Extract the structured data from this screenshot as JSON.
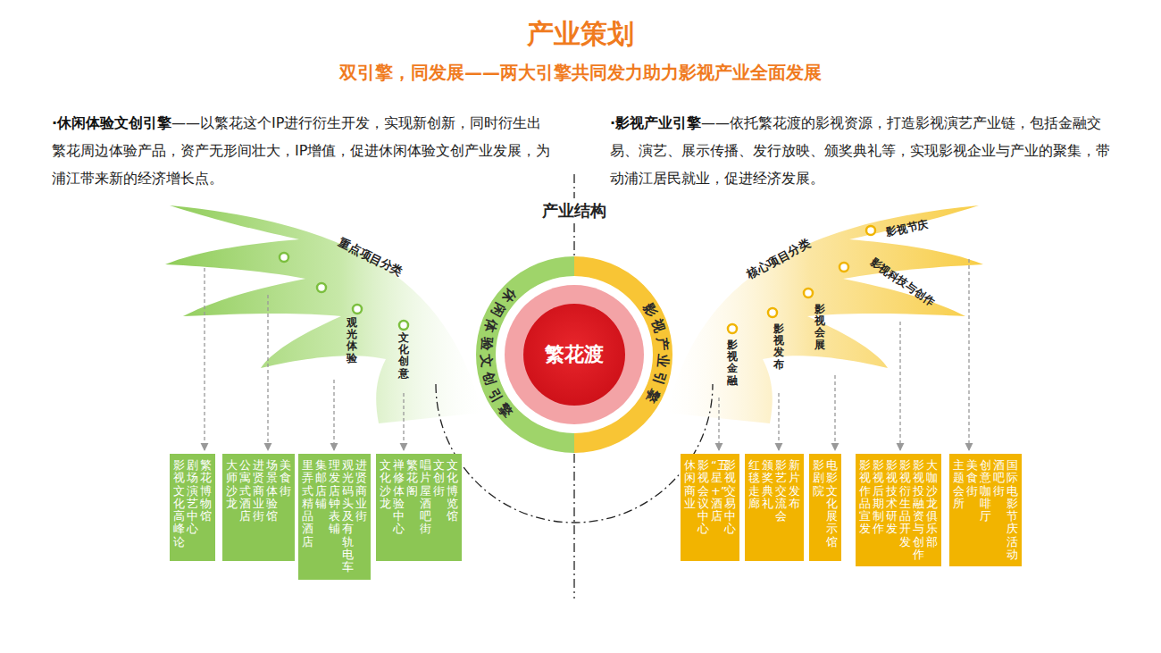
{
  "diagram": {
    "title": "产业策划",
    "nodes": [
      {
        "text": [
          "休闲体验文创引擎"
        ]
      },
      {
        "text": [
          "影视产业引擎"
        ]
      },
      {
        "text": [
          "繁花渡"
        ]
      },
      {
        "text": [
          "繁花博物馆",
          "剧场演艺中心",
          "影视文化高峰论"
        ]
      },
      {
        "text": [
          "美食街",
          "场景体验馆",
          "进贤商业街",
          "公寓式酒店",
          "大师沙龙"
        ]
      },
      {
        "text": [
          "进贤商业街",
          "观光码头及有轨电车",
          "理发店钟表铺",
          "集邮店铺",
          "里弄式精品酒店"
        ]
      },
      {
        "text": [
          "文化博览馆",
          "文创街",
          "唱片屋 酒吧街",
          "繁花阁",
          "禅修体验中心",
          "文化沙龙"
        ]
      },
      {
        "text": [
          "影视交易中心",
          "“五星+”酒店",
          "影视会议中心",
          "休闲商业"
        ]
      },
      {
        "text": [
          "新片发布",
          "影艺交流会",
          "颁奖典礼",
          "红毯走廊"
        ]
      },
      {
        "text": [
          "电影文化展示馆",
          "影剧院"
        ]
      },
      {
        "text": [
          "大咖沙龙俱乐部",
          "影视投融资与创作",
          "影视衍生品开发",
          "影视技术研发",
          "影视后期制作",
          "影视作品宣发"
        ]
      },
      {
        "text": [
          "国际电影节庆活动",
          "酒吧街",
          "创意咖啡厅",
          "美食街",
          "主题会所"
        ]
      }
    ],
    "labels": [
      "双引擎，同发展——两大引擎共同发力助力影视产业全面发展",
      "·休闲体验文创引擎",
      "——以繁花这个IP进行衍生开发，实现新创新，同时衍生出繁花周边体验产品，资产无形间壮大，IP增值，促进休闲体验文创产业发展，为浦江带来新的经济增长点。",
      "·影视产业引擎",
      "——依托繁花渡的影视资源，打造影视演艺产业链，包括金融交易、演艺、展示传播、发行放映、颁奖典礼等，实现影视企业与产业的聚集，带动浦江居民就业，促进经济发展。",
      "产业结构",
      "重点项目分类",
      "观光体验",
      "文化创意",
      "核心项目分类",
      "影视节庆",
      "影视科技与创作",
      "影视会展",
      "影视发布",
      "影视金融"
    ]
  }
}
